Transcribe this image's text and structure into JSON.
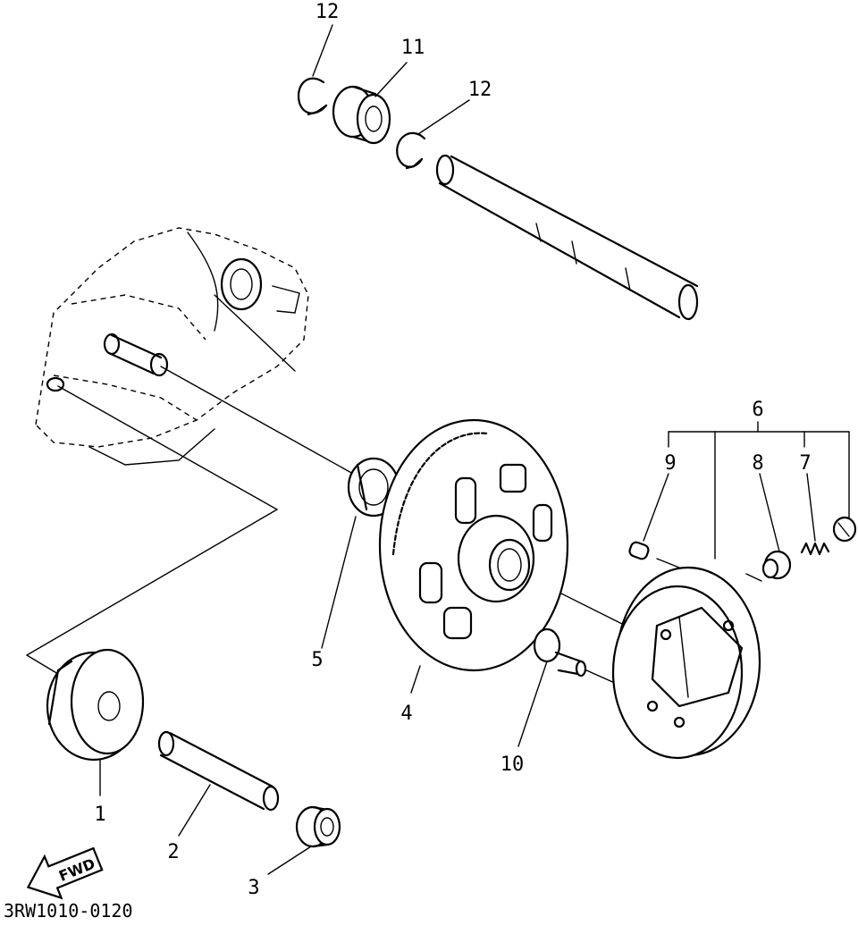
{
  "diagram": {
    "callouts": [
      {
        "id": "1",
        "text": "1"
      },
      {
        "id": "2",
        "text": "2"
      },
      {
        "id": "3",
        "text": "3"
      },
      {
        "id": "4",
        "text": "4"
      },
      {
        "id": "5",
        "text": "5"
      },
      {
        "id": "6",
        "text": "6"
      },
      {
        "id": "7",
        "text": "7"
      },
      {
        "id": "8",
        "text": "8"
      },
      {
        "id": "9",
        "text": "9"
      },
      {
        "id": "10",
        "text": "10"
      },
      {
        "id": "11",
        "text": "11"
      },
      {
        "id": "12a",
        "text": "12"
      },
      {
        "id": "12b",
        "text": "12"
      }
    ],
    "direction_badge": "FWD",
    "drawing_code": "3RW1010-0120"
  }
}
